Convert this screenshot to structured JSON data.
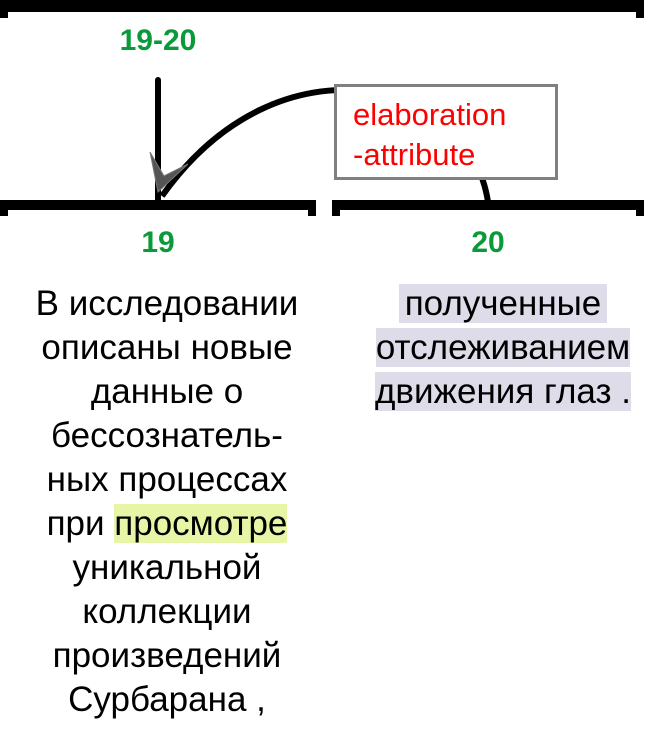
{
  "nodes": {
    "parent": {
      "label": "19-20"
    },
    "left": {
      "label": "19"
    },
    "right": {
      "label": "20"
    }
  },
  "relation": {
    "line1": "elaboration",
    "line2": "-attribute"
  },
  "segments": {
    "left_lines": [
      "В исследовании",
      "описаны новые",
      "данные о",
      "бессознатель-",
      "ных процессах",
      "при ",
      "просмотре",
      "уникальной",
      "коллекции",
      "произведений",
      "Сурбарана ,"
    ],
    "right_lines": [
      "полученные",
      "отслеживанием",
      "движения глаз ."
    ]
  },
  "colors": {
    "node_label": "#0a9a3a",
    "relation": "#ff0000",
    "right_highlight": "#dedce8",
    "word_highlight": "#e6f5a6"
  }
}
